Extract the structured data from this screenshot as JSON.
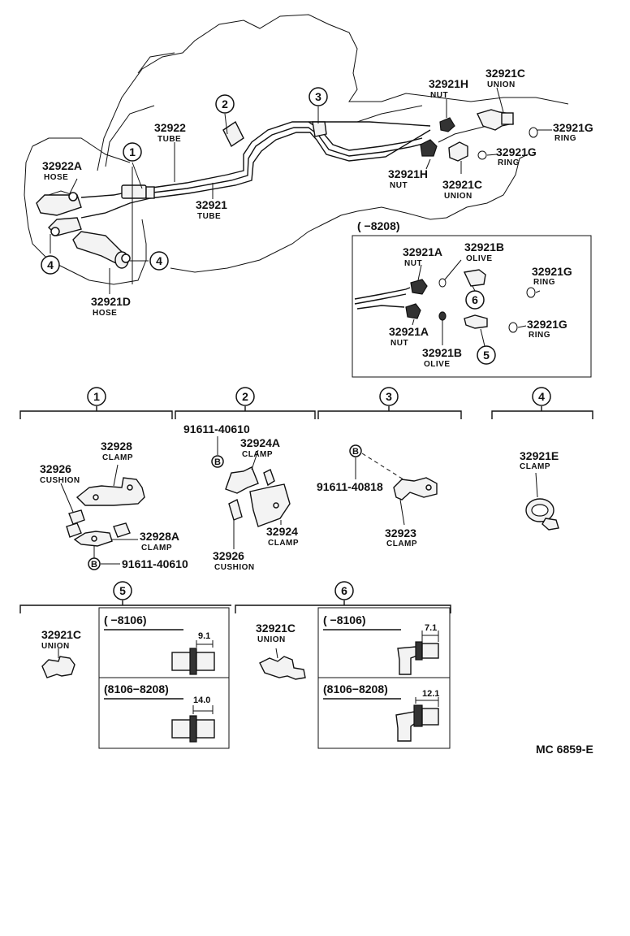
{
  "diagram": {
    "callouts": [
      "1",
      "2",
      "3",
      "4",
      "5",
      "6"
    ],
    "top": {
      "p32921H_1": {
        "num": "32921H",
        "sub": "NUT"
      },
      "p32921C_1": {
        "num": "32921C",
        "sub": "UNION"
      },
      "p32921G_1": {
        "num": "32921G",
        "sub": "RING"
      },
      "p32922": {
        "num": "32922",
        "sub": "TUBE"
      },
      "p32921G_2": {
        "num": "32921G",
        "sub": "RING"
      },
      "p32922A": {
        "num": "32922A",
        "sub": "HOSE"
      },
      "p32921H_2": {
        "num": "32921H",
        "sub": "NUT"
      },
      "p32921C_2": {
        "num": "32921C",
        "sub": "UNION"
      },
      "p32921": {
        "num": "32921",
        "sub": "TUBE"
      },
      "p32921D": {
        "num": "32921D",
        "sub": "HOSE"
      }
    },
    "inset": {
      "range": "(    −8208)",
      "p32921A_1": {
        "num": "32921A",
        "sub": "NUT"
      },
      "p32921B_1": {
        "num": "32921B",
        "sub": "OLIVE"
      },
      "p32921G_1": {
        "num": "32921G",
        "sub": "RING"
      },
      "p32921A_2": {
        "num": "32921A",
        "sub": "NUT"
      },
      "p32921G_2": {
        "num": "32921G",
        "sub": "RING"
      },
      "p32921B_2": {
        "num": "32921B",
        "sub": "OLIVE"
      }
    },
    "g1": {
      "p32928": {
        "num": "32928",
        "sub": "CLAMP"
      },
      "p32926": {
        "num": "32926",
        "sub": "CUSHION"
      },
      "p32928A": {
        "num": "32928A",
        "sub": "CLAMP"
      },
      "bolt": "91611-40610"
    },
    "g2": {
      "bolt": "91611-40610",
      "p32924A": {
        "num": "32924A",
        "sub": "CLAMP"
      },
      "p32924": {
        "num": "32924",
        "sub": "CLAMP"
      },
      "p32926": {
        "num": "32926",
        "sub": "CUSHION"
      }
    },
    "g3": {
      "bolt": "91611-40818",
      "p32923": {
        "num": "32923",
        "sub": "CLAMP"
      }
    },
    "g4": {
      "p32921E": {
        "num": "32921E",
        "sub": "CLAMP"
      }
    },
    "bolt_letter": "B",
    "g5": {
      "p32921C": {
        "num": "32921C",
        "sub": "UNION"
      },
      "range1": "(        −8106)",
      "dim1": "9.1",
      "range2": "(8106−8208)",
      "dim2": "14.0"
    },
    "g6": {
      "p32921C": {
        "num": "32921C",
        "sub": "UNION"
      },
      "range1": "(        −8106)",
      "dim1": "7.1",
      "range2": "(8106−8208)",
      "dim2": "12.1"
    },
    "code": "MC  6859-E"
  }
}
